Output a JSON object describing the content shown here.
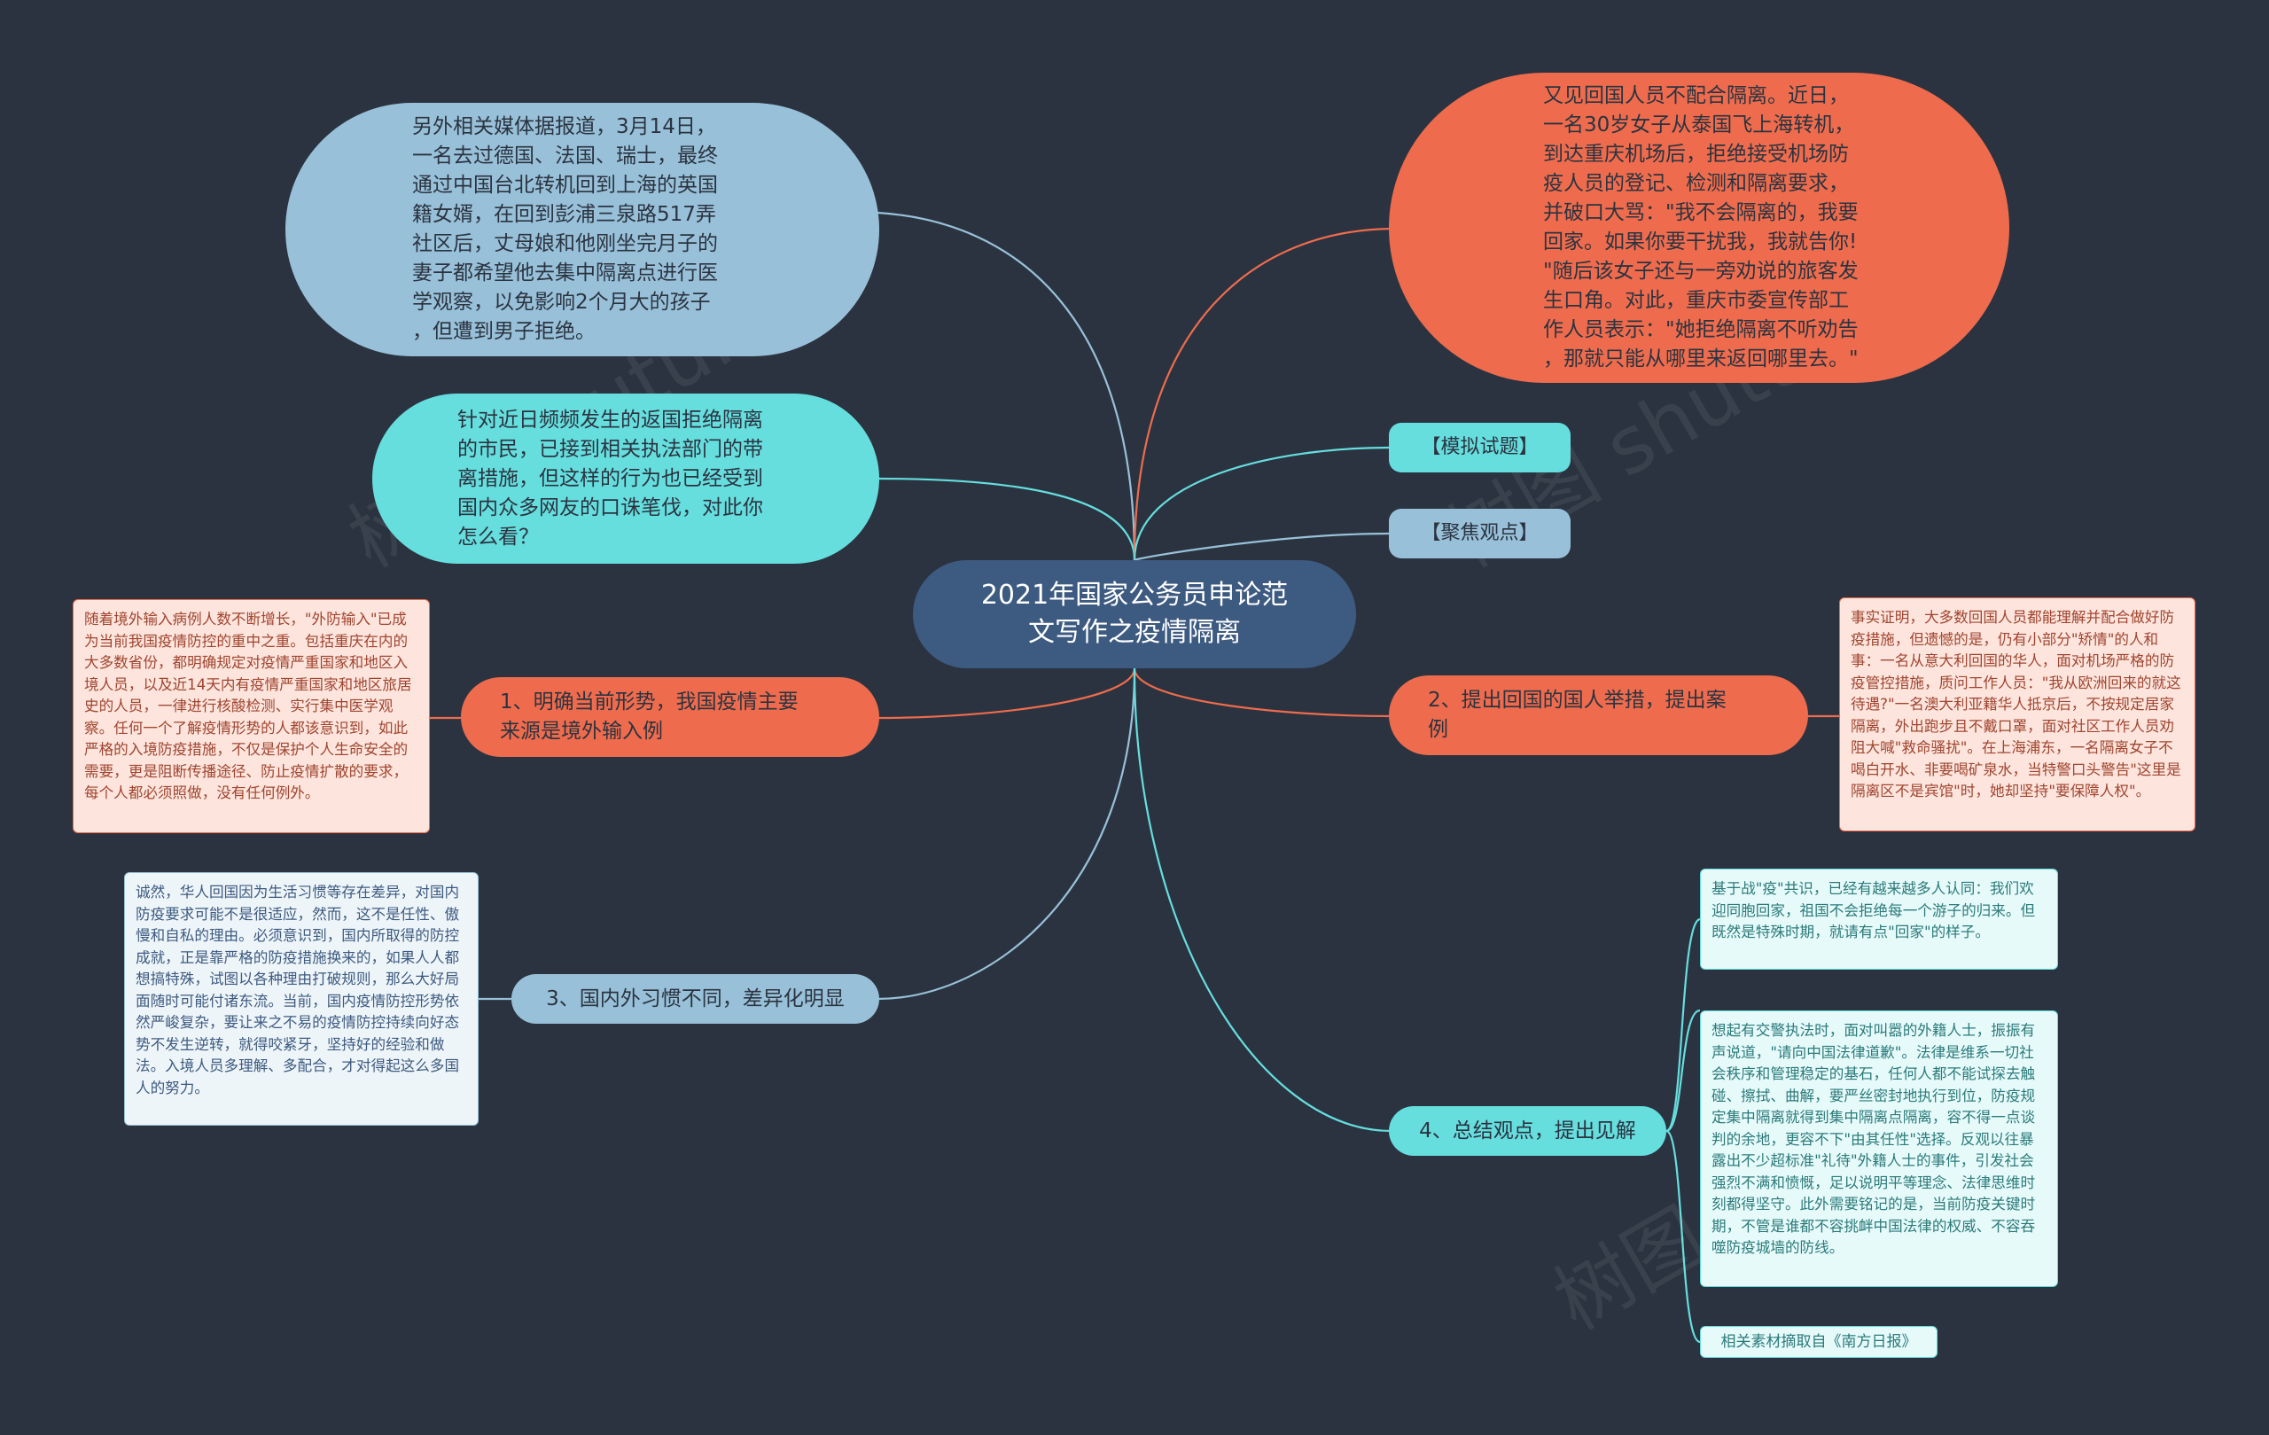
{
  "center": "2021年国家公务员申论范\n文写作之疫情隔离",
  "top_left_bubble": "另外相关媒体据报道，3月14日，\n一名去过德国、法国、瑞士，最终\n通过中国台北转机回到上海的英国\n籍女婿，在回到彭浦三泉路517弄\n社区后，丈母娘和他刚坐完月子的\n妻子都希望他去集中隔离点进行医\n学观察，以免影响2个月大的孩子\n，但遭到男子拒绝。",
  "question_bubble": "针对近日频频发生的返国拒绝隔离\n的市民，已接到相关执法部门的带\n离措施，但这样的行为也已经受到\n国内众多网友的口诛笔伐，对此你\n怎么看？",
  "top_right_bubble": "又见回国人员不配合隔离。近日，\n一名30岁女子从泰国飞上海转机，\n到达重庆机场后，拒绝接受机场防\n疫人员的登记、检测和隔离要求，\n并破口大骂：\"我不会隔离的，我要\n回家。如果你要干扰我，我就告你!\n\"随后该女子还与一旁劝说的旅客发\n生口角。对此，重庆市委宣传部工\n作人员表示：\"她拒绝隔离不听劝告\n，那就只能从哪里来返回哪里去。\"",
  "tag_mock": "【模拟试题】",
  "tag_focus": "【聚焦观点】",
  "branch1": {
    "label": "1、明确当前形势，我国疫情主要\n来源是境外输入例",
    "note": "随着境外输入病例人数不断增长，\"外防输入\"已成为当前我国疫情防控的重中之重。包括重庆在内的大多数省份，都明确规定对疫情严重国家和地区入境人员，以及近14天内有疫情严重国家和地区旅居史的人员，一律进行核酸检测、实行集中医学观察。任何一个了解疫情形势的人都该意识到，如此严格的入境防疫措施，不仅是保护个人生命安全的需要，更是阻断传播途径、防止疫情扩散的要求，每个人都必须照做，没有任何例外。"
  },
  "branch2": {
    "label": "2、提出回国的国人举措，提出案\n例",
    "note": "事实证明，大多数回国人员都能理解并配合做好防疫措施，但遗憾的是，仍有小部分\"矫情\"的人和事：一名从意大利回国的华人，面对机场严格的防疫管控措施，质问工作人员：\"我从欧洲回来的就这待遇?\"一名澳大利亚籍华人抵京后，不按规定居家隔离，外出跑步且不戴口罩，面对社区工作人员劝阻大喊\"救命骚扰\"。在上海浦东，一名隔离女子不喝白开水、非要喝矿泉水，当特警口头警告\"这里是隔离区不是宾馆\"时，她却坚持\"要保障人权\"。"
  },
  "branch3": {
    "label": "3、国内外习惯不同，差异化明显",
    "note": "诚然，华人回国因为生活习惯等存在差异，对国内防疫要求可能不是很适应，然而，这不是任性、傲慢和自私的理由。必须意识到，国内所取得的防控成就，正是靠严格的防疫措施换来的，如果人人都想搞特殊，试图以各种理由打破规则，那么大好局面随时可能付诸东流。当前，国内疫情防控形势依然严峻复杂，要让来之不易的疫情防控持续向好态势不发生逆转，就得咬紧牙，坚持好的经验和做法。入境人员多理解、多配合，才对得起这么多国人的努力。"
  },
  "branch4": {
    "label": "4、总结观点，提出见解",
    "note_a": "基于战\"疫\"共识，已经有越来越多人认同：我们欢迎同胞回家，祖国不会拒绝每一个游子的归来。但既然是特殊时期，就请有点\"回家\"的样子。",
    "note_b": "想起有交警执法时，面对叫嚣的外籍人士，振振有声说道，\"请向中国法律道歉\"。法律是维系一切社会秩序和管理稳定的基石，任何人都不能试探去触碰、擦拭、曲解，要严丝密封地执行到位，防疫规定集中隔离就得到集中隔离点隔离，容不得一点谈判的余地，更容不下\"由其任性\"选择。反观以往暴露出不少超标准\"礼待\"外籍人士的事件，引发社会强烈不满和愤慨，足以说明平等理念、法律思维时刻都得坚守。此外需要铭记的是，当前防疫关键时期，不管是谁都不容挑衅中国法律的权威、不容吞噬防疫城墙的防线。",
    "source": "相关素材摘取自《南方日报》"
  },
  "colors": {
    "background": "#2b3340",
    "center": "#3d5a80",
    "blue": "#98c1d9",
    "cyan": "#66dede",
    "orange": "#ee6c4d",
    "note_orange_bg": "#fde5dd",
    "note_blue_bg": "#eef5f9",
    "note_cyan_bg": "#e6fafa"
  },
  "watermark": "树图 shutu.cn"
}
